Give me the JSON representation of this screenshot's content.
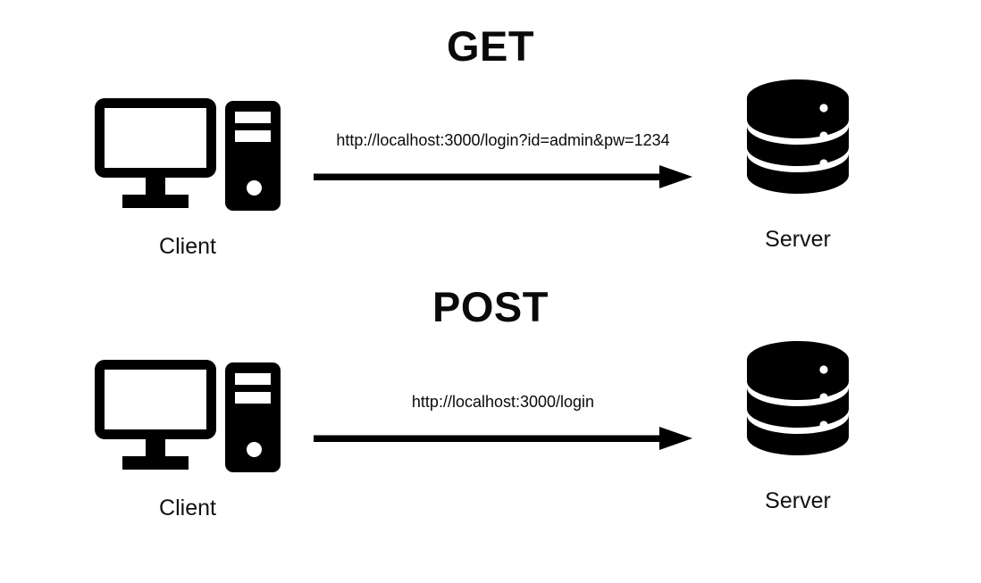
{
  "diagram": {
    "type": "http-method-comparison",
    "background_color": "#ffffff",
    "ink_color": "#0a0a0a",
    "sections": [
      {
        "id": "get",
        "title": "GET",
        "client": {
          "label": "Client",
          "icon": "desktop-computer-icon"
        },
        "server": {
          "label": "Server",
          "icon": "database-cylinder-icon"
        },
        "flow": {
          "url": "http://localhost:3000/login?id=admin&pw=1234",
          "direction": "client-to-server",
          "arrow": "right-arrow-icon"
        }
      },
      {
        "id": "post",
        "title": "POST",
        "client": {
          "label": "Client",
          "icon": "desktop-computer-icon"
        },
        "server": {
          "label": "Server",
          "icon": "database-cylinder-icon"
        },
        "flow": {
          "url": "http://localhost:3000/login",
          "direction": "client-to-server",
          "arrow": "right-arrow-icon"
        }
      }
    ]
  }
}
